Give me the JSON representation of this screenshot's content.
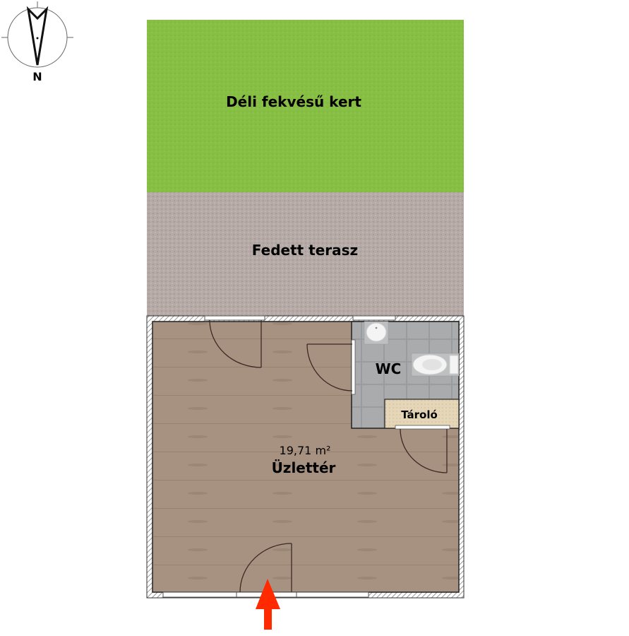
{
  "compass": {
    "label": "N"
  },
  "rooms": {
    "garden": {
      "label": "Déli fekvésű kert"
    },
    "terrace": {
      "label": "Fedett terasz"
    },
    "shop": {
      "label": "Üzlettér",
      "area": "19,71 m²"
    },
    "wc": {
      "label": "WC"
    },
    "storage": {
      "label": "Tároló"
    }
  },
  "colors": {
    "garden": "#86bf43",
    "terrace": "#b5aaa6",
    "floor": "#a79282",
    "tiles": "#a9abad",
    "storage": "#e6d6b8",
    "entrance_arrow": "#ff2a00"
  }
}
